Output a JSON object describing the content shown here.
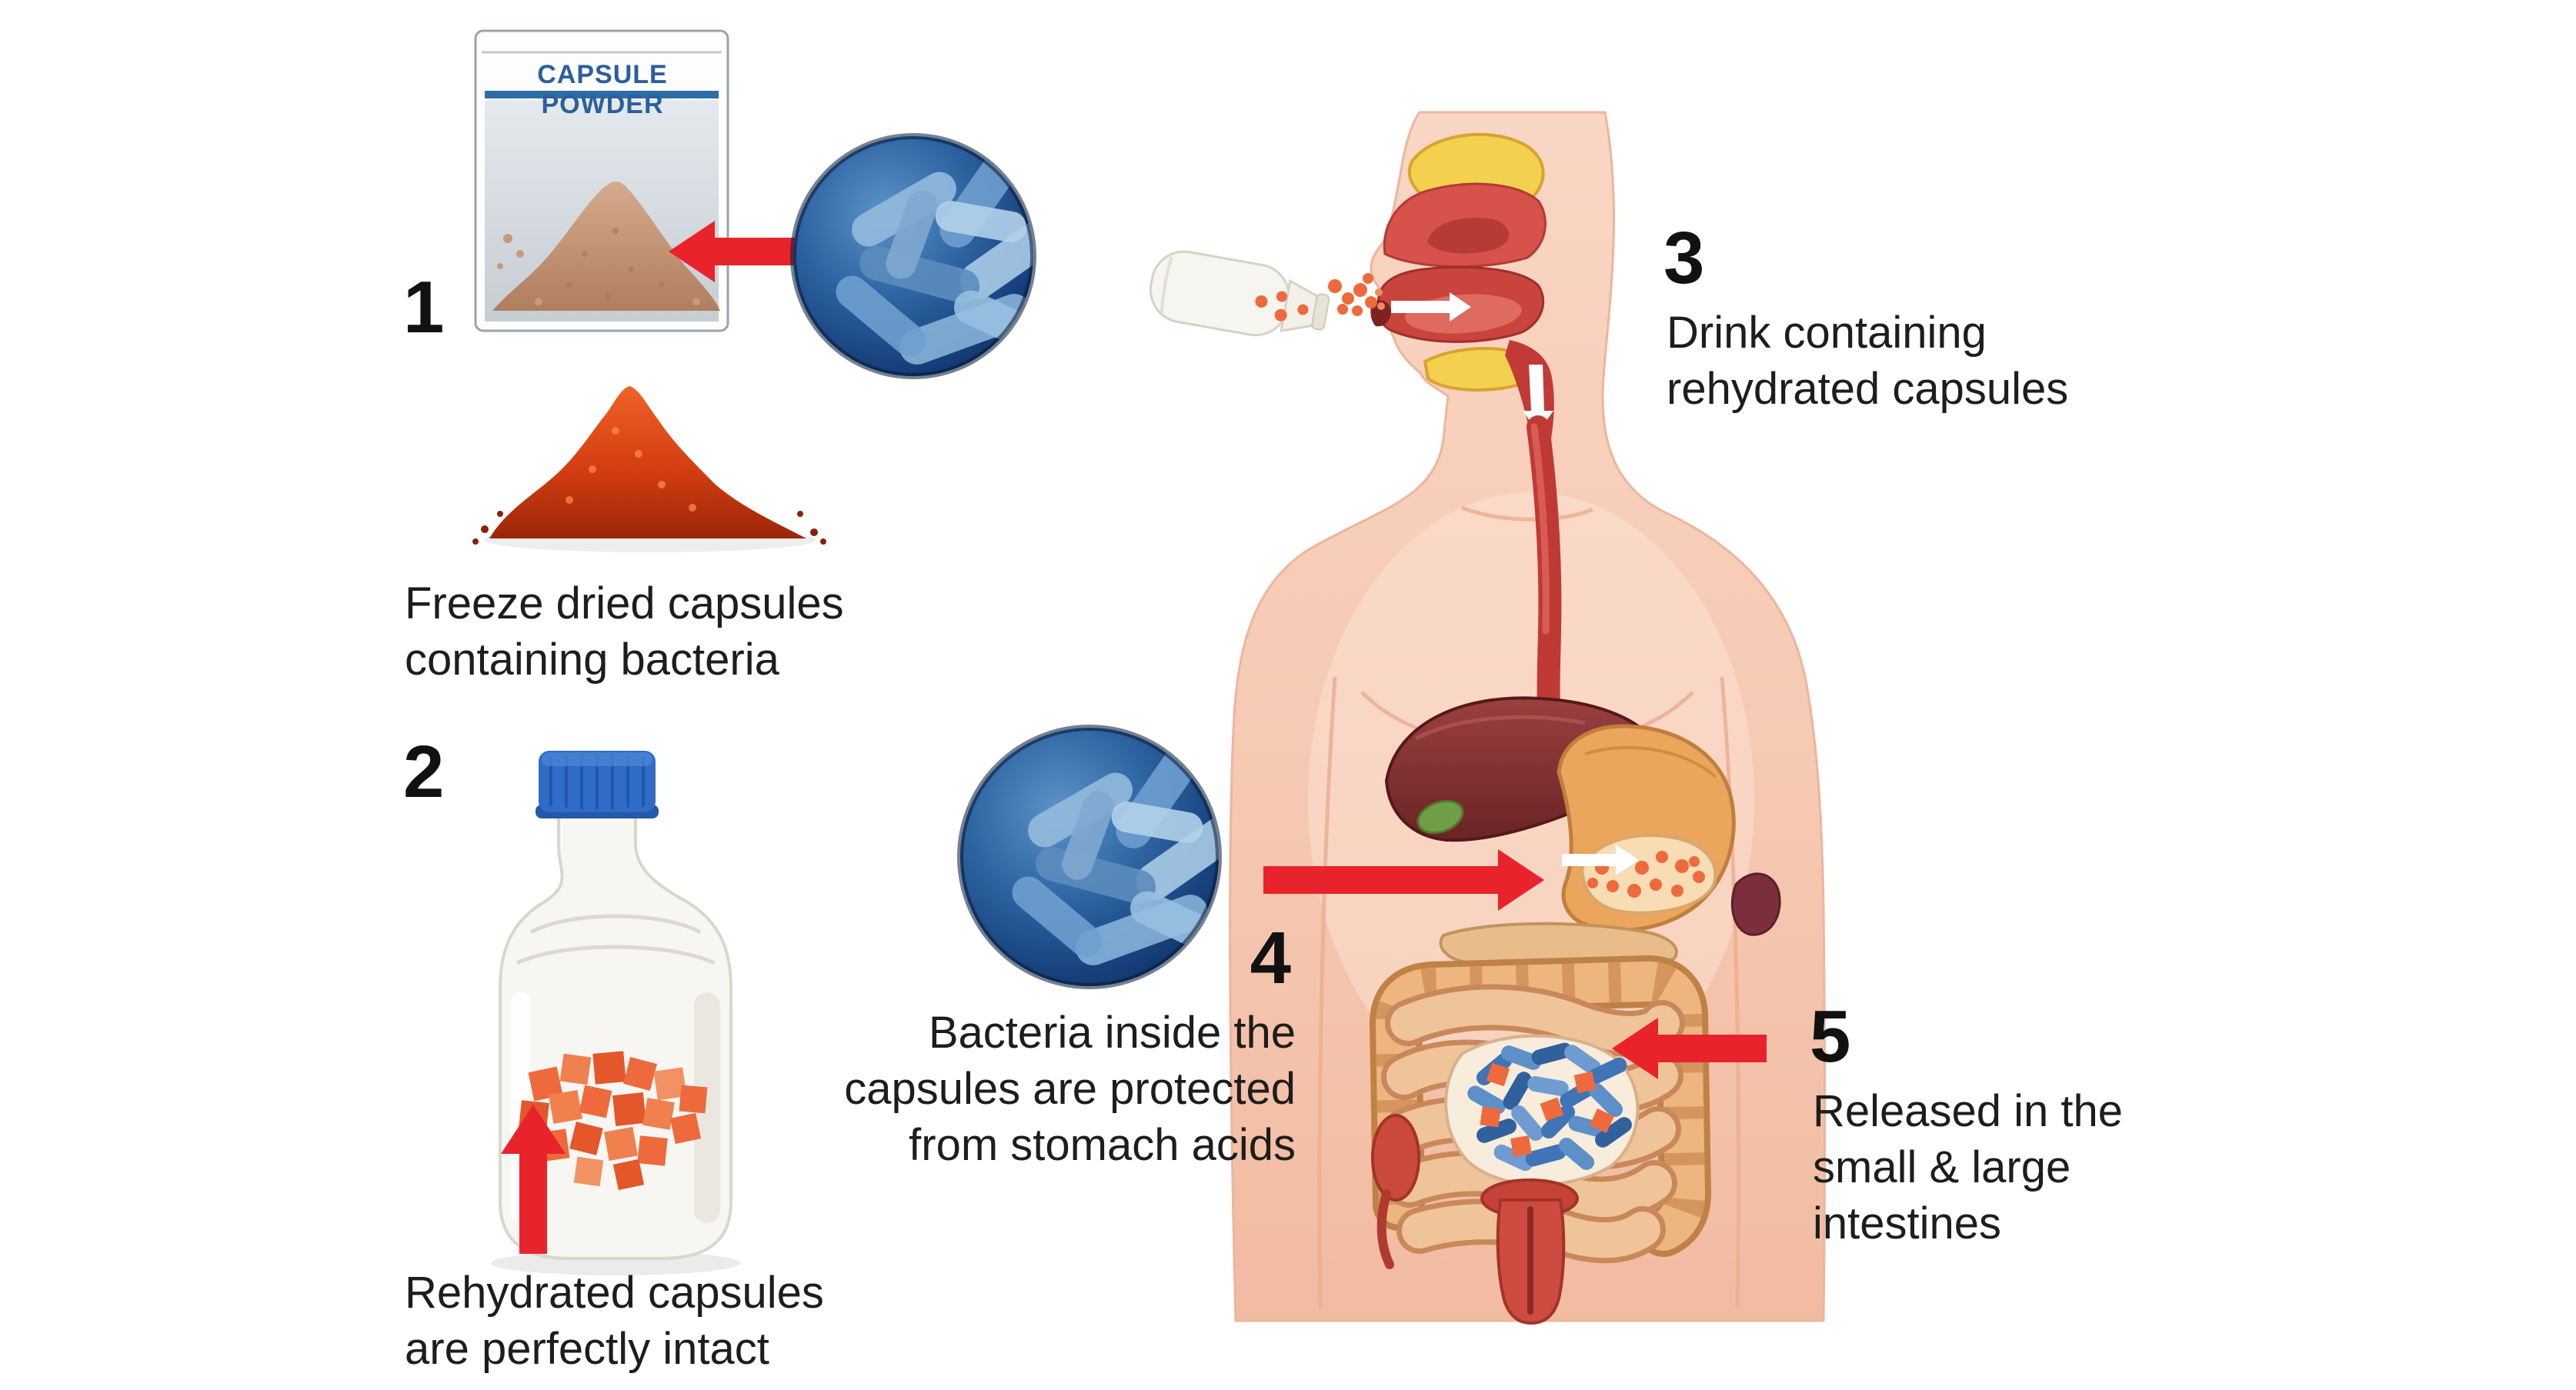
{
  "packet": {
    "label": "CAPSULE POWDER"
  },
  "steps": [
    {
      "number": "1",
      "caption": "Freeze dried capsules\ncontaining bacteria"
    },
    {
      "number": "2",
      "caption": "Rehydrated capsules\nare perfectly intact"
    },
    {
      "number": "3",
      "caption": "Drink containing\nrehydrated capsules"
    },
    {
      "number": "4",
      "caption": "Bacteria inside the\ncapsules are protected\nfrom stomach acids"
    },
    {
      "number": "5",
      "caption": "Released in the\nsmall & large\nintestines"
    }
  ],
  "colors": {
    "arrow_red": "#e8232b",
    "capsule_orange": "#ee6a3c",
    "bacteria_blue_dark": "#0b2a58",
    "bacteria_blue_light": "#8fb8dc",
    "packet_header_blue": "#2b5f9d",
    "bottle_cap_blue": "#2e6cc8",
    "skin": "#f6c9b2",
    "powder_red": "#d33d12"
  }
}
